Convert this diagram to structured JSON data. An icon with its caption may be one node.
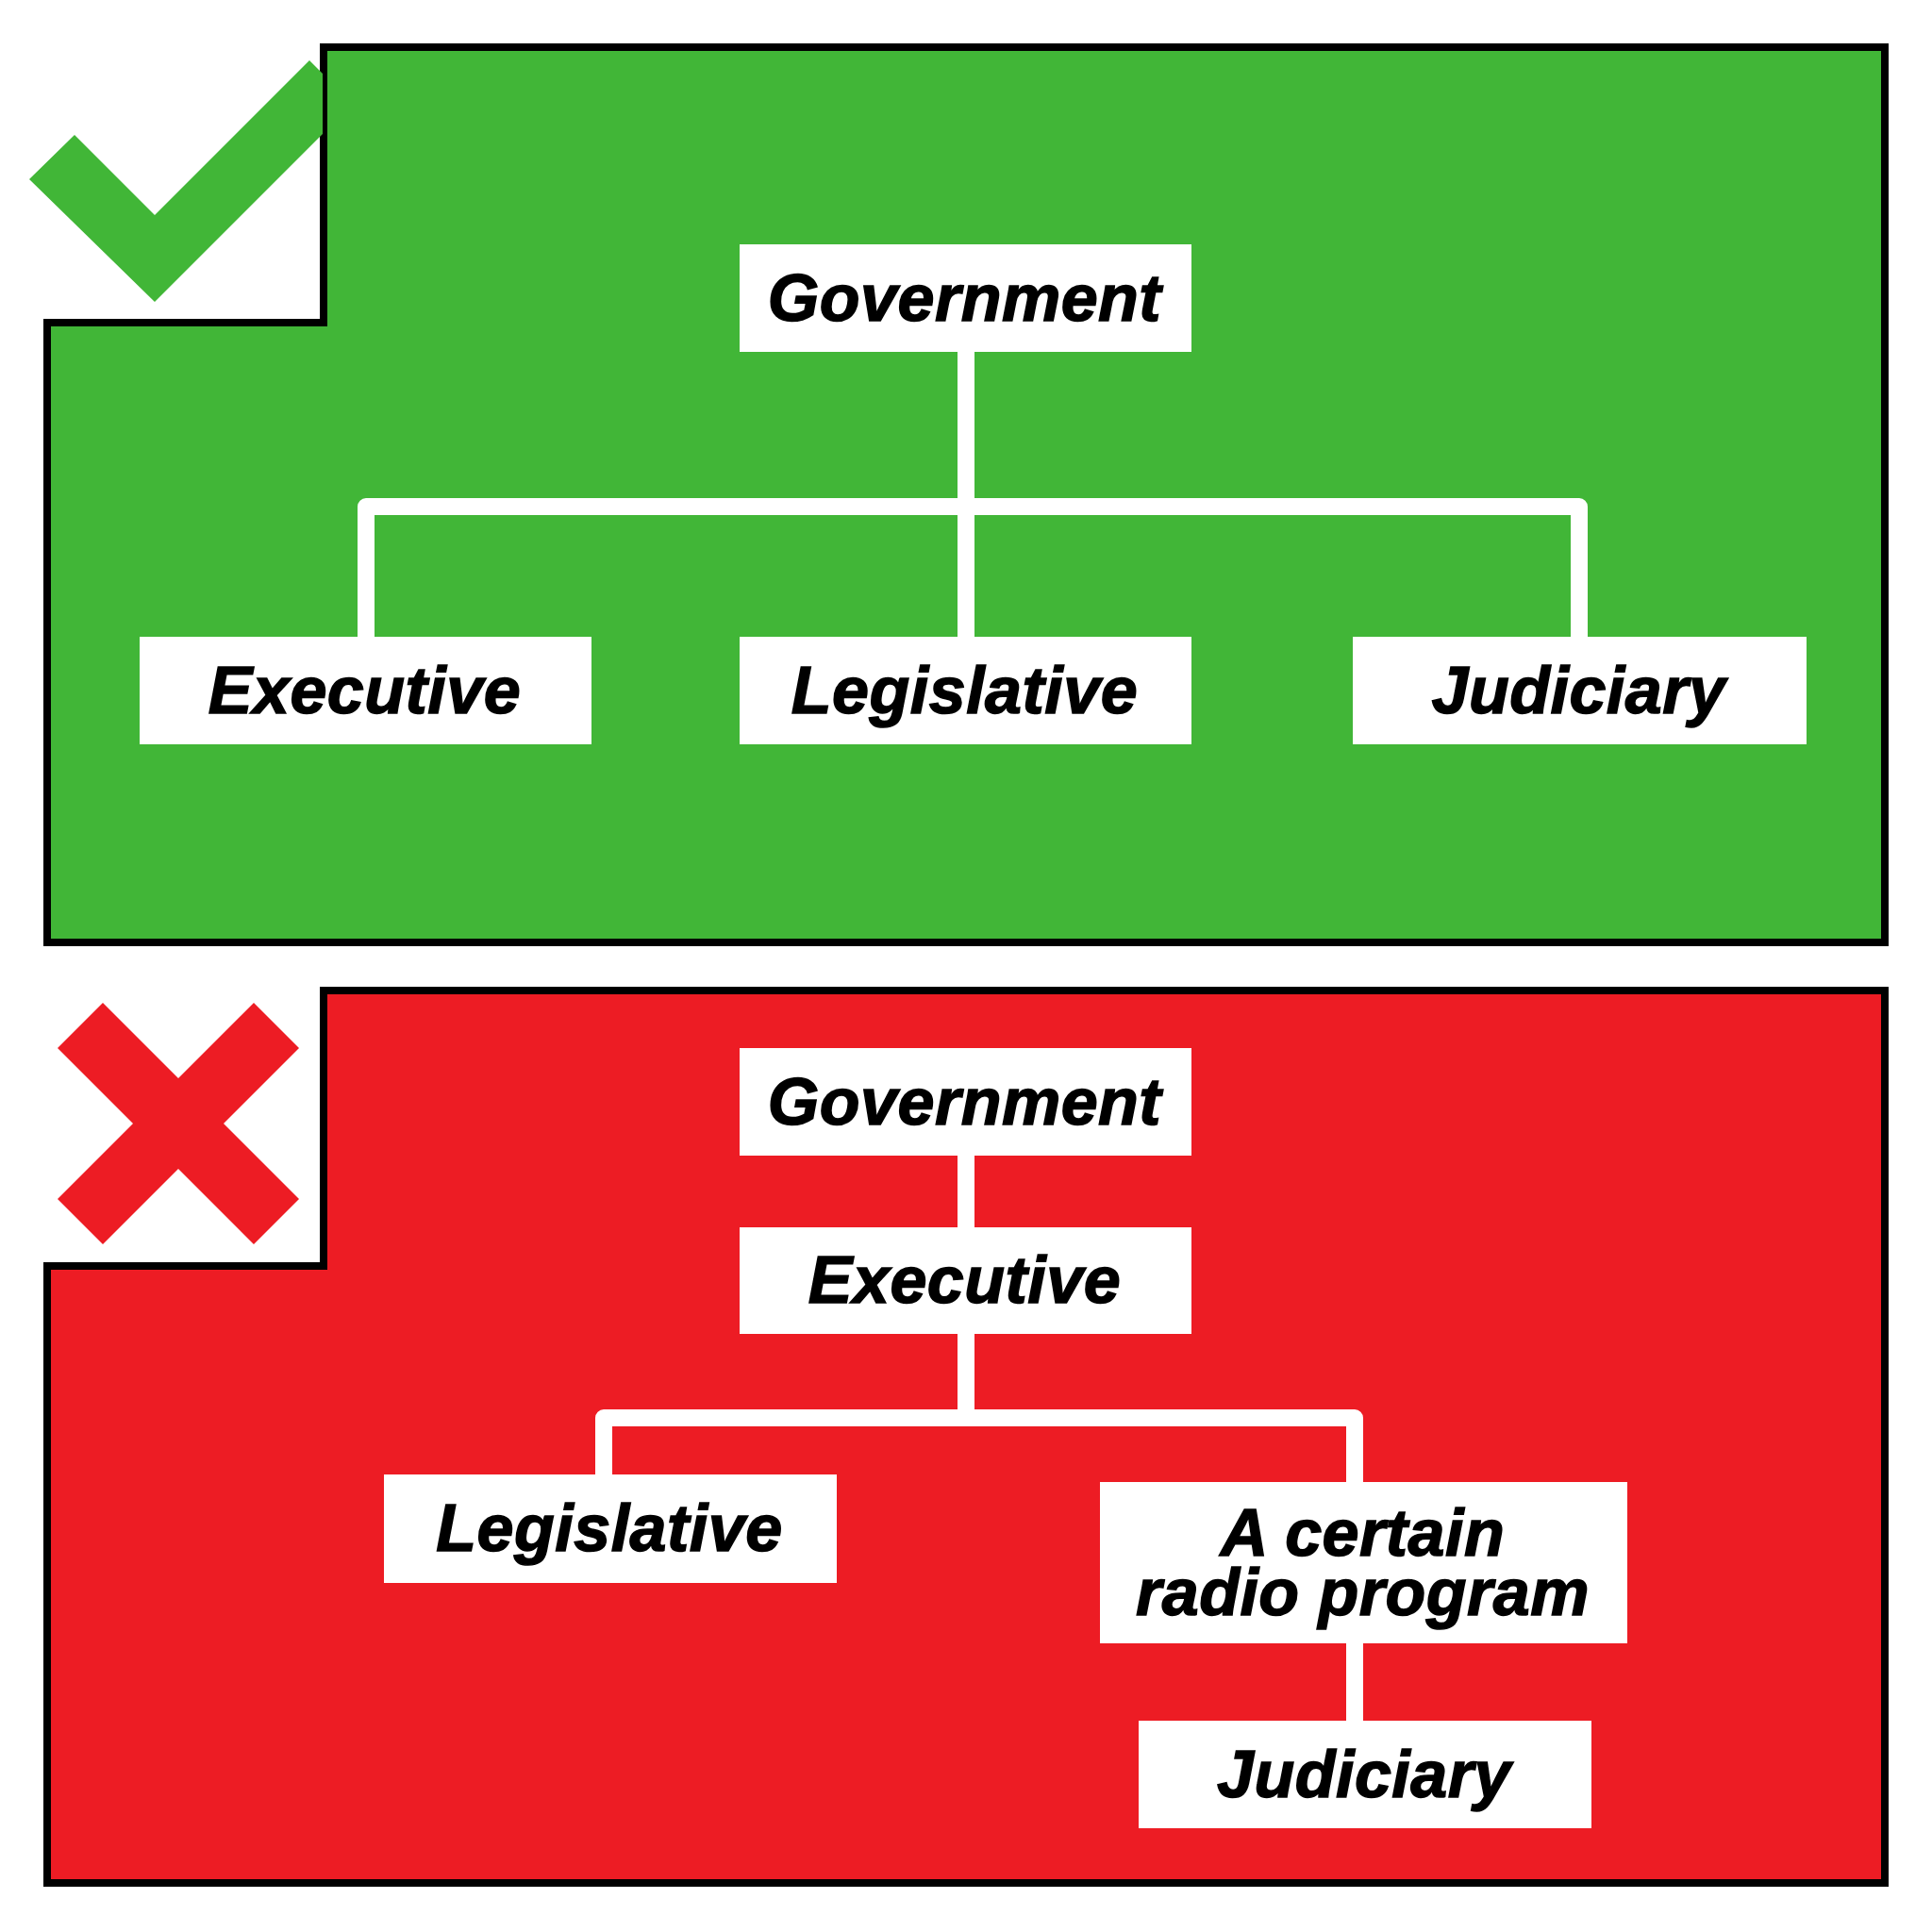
{
  "diagram": {
    "nodes": [
      {
        "text": [
          "Government"
        ]
      },
      {
        "text": [
          "Executive"
        ]
      },
      {
        "text": [
          "Legislative"
        ]
      },
      {
        "text": [
          "Judiciary"
        ]
      },
      {
        "text": [
          "Government"
        ]
      },
      {
        "text": [
          "Executive"
        ]
      },
      {
        "text": [
          "Legislative"
        ]
      },
      {
        "text": [
          "A certain radio program"
        ]
      },
      {
        "text": [
          "Judiciary"
        ]
      }
    ],
    "edges": [
      {
        "from": 0,
        "to": 1,
        "arrow": "none"
      },
      {
        "from": 0,
        "to": 2,
        "arrow": "none"
      },
      {
        "from": 0,
        "to": 3,
        "arrow": "none"
      },
      {
        "from": 4,
        "to": 5,
        "arrow": "none"
      },
      {
        "from": 5,
        "to": 6,
        "arrow": "none"
      },
      {
        "from": 5,
        "to": 7,
        "arrow": "none"
      },
      {
        "from": 7,
        "to": 8,
        "arrow": "none"
      }
    ]
  }
}
